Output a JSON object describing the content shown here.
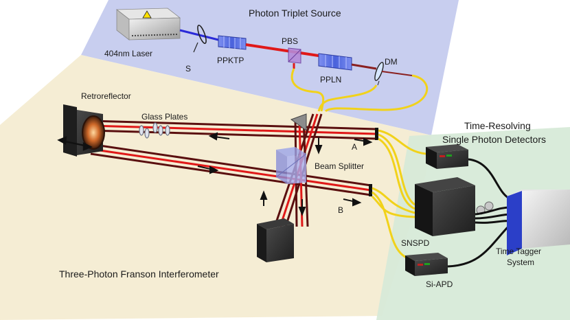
{
  "panels": {
    "source_title": "Photon Triplet Source",
    "interferometer_title": "Three-Photon Franson Interferometer",
    "detectors_title_line1": "Time-Resolving",
    "detectors_title_line2": "Single Photon Detectors"
  },
  "components": {
    "laser": "404nm  Laser",
    "s_label": "S",
    "ppktp": "PPKTP",
    "pbs": "PBS",
    "ppln": "PPLN",
    "dm": "DM",
    "retroreflector": "Retroreflector",
    "glass_plates": "Glass Plates",
    "beam_splitter": "Beam Splitter",
    "port_a": "A",
    "port_b": "B",
    "snspd": "SNSPD",
    "si_apd": "Si-APD",
    "tagger_line1": "Time Tagger",
    "tagger_line2": "System"
  },
  "colors": {
    "source_panel": "#c5cbee",
    "interferometer_panel": "#f4ecd2",
    "detector_panel": "#d7ead8",
    "beam_red": "#e01818",
    "beam_dark": "#5a0f0f",
    "pump_blue": "#2a2ad8",
    "fiber": "#f1d21a",
    "glass": "#9aa3e8"
  }
}
